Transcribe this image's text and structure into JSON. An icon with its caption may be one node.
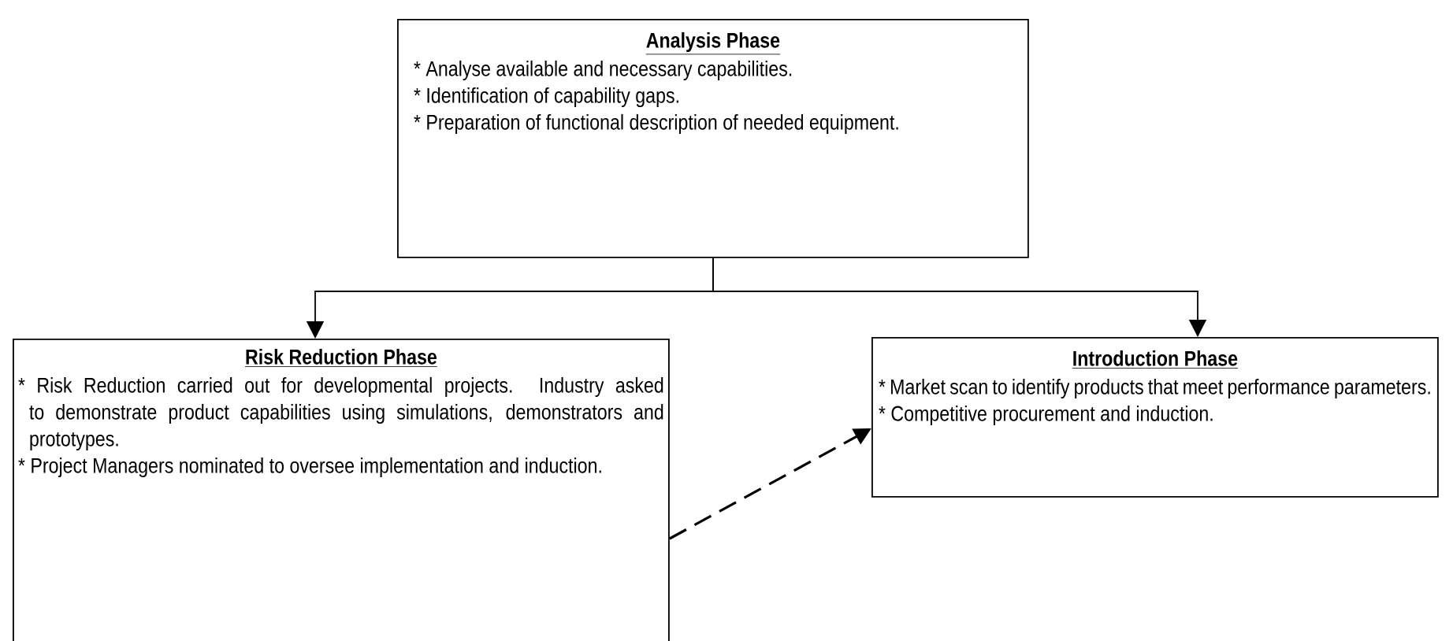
{
  "diagram": {
    "nodes": [
      {
        "text": [
          "Analysis Phase",
          "* Analyse available and necessary capabilities.",
          "* Identification of capability gaps.",
          "* Preparation of functional description of needed equipment."
        ]
      },
      {
        "text": [
          "Risk Reduction Phase",
          "* Risk Reduction carried out for developmental projects. Industry asked to demonstrate product capabilities using simulations, demonstrators and prototypes.",
          "* Project Managers nominated to oversee implementation and induction."
        ]
      },
      {
        "text": [
          "Introduction Phase",
          "* Market scan to identify products that meet performance parameters.",
          "* Competitive procurement and induction."
        ]
      }
    ],
    "edges": [
      {
        "from": 0,
        "to": 1,
        "arrow": "to"
      },
      {
        "from": 0,
        "to": 2,
        "arrow": "to"
      },
      {
        "from": 1,
        "to": 2,
        "arrow": "to",
        "style": "dashed"
      }
    ]
  }
}
